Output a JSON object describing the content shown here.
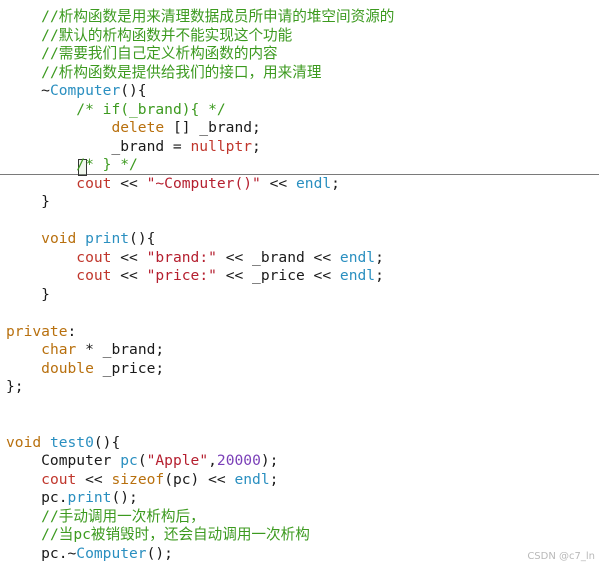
{
  "code": {
    "lines": [
      [
        {
          "t": "    ",
          "c": "id"
        },
        {
          "t": "//析构函数是用来清理数据成员所申请的堆空间资源的",
          "c": "cm"
        }
      ],
      [
        {
          "t": "    ",
          "c": "id"
        },
        {
          "t": "//默认的析构函数并不能实现这个功能",
          "c": "cm"
        }
      ],
      [
        {
          "t": "    ",
          "c": "id"
        },
        {
          "t": "//需要我们自己定义析构函数的内容",
          "c": "cm"
        }
      ],
      [
        {
          "t": "    ",
          "c": "id"
        },
        {
          "t": "//析构函数是提供给我们的接口，用来清理",
          "c": "cm"
        }
      ],
      [
        {
          "t": "    ~",
          "c": "id"
        },
        {
          "t": "Computer",
          "c": "fn"
        },
        {
          "t": "(){",
          "c": "id"
        }
      ],
      [
        {
          "t": "        ",
          "c": "id"
        },
        {
          "t": "/* if(_brand){ */",
          "c": "cm"
        }
      ],
      [
        {
          "t": "            ",
          "c": "id"
        },
        {
          "t": "delete",
          "c": "kw"
        },
        {
          "t": " [] _brand;",
          "c": "id"
        }
      ],
      [
        {
          "t": "            _brand = ",
          "c": "id"
        },
        {
          "t": "nullptr",
          "c": "rd"
        },
        {
          "t": ";",
          "c": "id"
        }
      ],
      [
        {
          "t": "        ",
          "c": "id"
        },
        {
          "t": "/* } */",
          "c": "cm"
        }
      ],
      [
        {
          "t": "        ",
          "c": "id"
        },
        {
          "t": "cout",
          "c": "rd"
        },
        {
          "t": " << ",
          "c": "id"
        },
        {
          "t": "\"~Computer()\"",
          "c": "st"
        },
        {
          "t": " << ",
          "c": "id"
        },
        {
          "t": "endl",
          "c": "fn"
        },
        {
          "t": ";",
          "c": "id"
        }
      ],
      [
        {
          "t": "    }",
          "c": "id"
        }
      ],
      [
        {
          "t": "",
          "c": "id"
        }
      ],
      [
        {
          "t": "    ",
          "c": "id"
        },
        {
          "t": "void",
          "c": "kw"
        },
        {
          "t": " ",
          "c": "id"
        },
        {
          "t": "print",
          "c": "fn"
        },
        {
          "t": "(){",
          "c": "id"
        }
      ],
      [
        {
          "t": "        ",
          "c": "id"
        },
        {
          "t": "cout",
          "c": "rd"
        },
        {
          "t": " << ",
          "c": "id"
        },
        {
          "t": "\"brand:\"",
          "c": "st"
        },
        {
          "t": " << _brand << ",
          "c": "id"
        },
        {
          "t": "endl",
          "c": "fn"
        },
        {
          "t": ";",
          "c": "id"
        }
      ],
      [
        {
          "t": "        ",
          "c": "id"
        },
        {
          "t": "cout",
          "c": "rd"
        },
        {
          "t": " << ",
          "c": "id"
        },
        {
          "t": "\"price:\"",
          "c": "st"
        },
        {
          "t": " << _price << ",
          "c": "id"
        },
        {
          "t": "endl",
          "c": "fn"
        },
        {
          "t": ";",
          "c": "id"
        }
      ],
      [
        {
          "t": "    }",
          "c": "id"
        }
      ],
      [
        {
          "t": "",
          "c": "id"
        }
      ],
      [
        {
          "t": "private",
          "c": "kw"
        },
        {
          "t": ":",
          "c": "id"
        }
      ],
      [
        {
          "t": "    ",
          "c": "id"
        },
        {
          "t": "char",
          "c": "kw"
        },
        {
          "t": " * _brand;",
          "c": "id"
        }
      ],
      [
        {
          "t": "    ",
          "c": "id"
        },
        {
          "t": "double",
          "c": "kw"
        },
        {
          "t": " _price;",
          "c": "id"
        }
      ],
      [
        {
          "t": "};",
          "c": "id"
        }
      ],
      [
        {
          "t": "",
          "c": "id"
        }
      ],
      [
        {
          "t": "",
          "c": "id"
        }
      ],
      [
        {
          "t": "void",
          "c": "kw"
        },
        {
          "t": " ",
          "c": "id"
        },
        {
          "t": "test0",
          "c": "fn"
        },
        {
          "t": "(){",
          "c": "id"
        }
      ],
      [
        {
          "t": "    Computer ",
          "c": "id"
        },
        {
          "t": "pc",
          "c": "fn"
        },
        {
          "t": "(",
          "c": "id"
        },
        {
          "t": "\"Apple\"",
          "c": "st"
        },
        {
          "t": ",",
          "c": "id"
        },
        {
          "t": "20000",
          "c": "nm"
        },
        {
          "t": ");",
          "c": "id"
        }
      ],
      [
        {
          "t": "    ",
          "c": "id"
        },
        {
          "t": "cout",
          "c": "rd"
        },
        {
          "t": " << ",
          "c": "id"
        },
        {
          "t": "sizeof",
          "c": "kw"
        },
        {
          "t": "(pc) << ",
          "c": "id"
        },
        {
          "t": "endl",
          "c": "fn"
        },
        {
          "t": ";",
          "c": "id"
        }
      ],
      [
        {
          "t": "    pc.",
          "c": "id"
        },
        {
          "t": "print",
          "c": "fn"
        },
        {
          "t": "();",
          "c": "id"
        }
      ],
      [
        {
          "t": "    ",
          "c": "id"
        },
        {
          "t": "//手动调用一次析构后，",
          "c": "cm"
        }
      ],
      [
        {
          "t": "    ",
          "c": "id"
        },
        {
          "t": "//当pc被销毁时，还会自动调用一次析构",
          "c": "cm"
        }
      ],
      [
        {
          "t": "    pc.~",
          "c": "id"
        },
        {
          "t": "Computer",
          "c": "fn"
        },
        {
          "t": "();",
          "c": "id"
        }
      ]
    ]
  },
  "watermark": "CSDN @c7_ln"
}
